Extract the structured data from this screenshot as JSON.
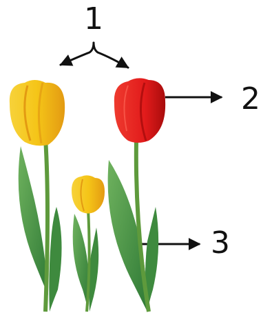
{
  "labels": {
    "one": "1",
    "two": "2",
    "three": "3"
  },
  "colors": {
    "yellow_petal": "#f5c518",
    "yellow_shade": "#e8a010",
    "red_petal": "#e21b1b",
    "red_shade": "#b30f0f",
    "stem": "#5e9a3c",
    "leaf": "#4f9a4a",
    "leaf_dark": "#2f7a36",
    "arrow": "#111111"
  }
}
